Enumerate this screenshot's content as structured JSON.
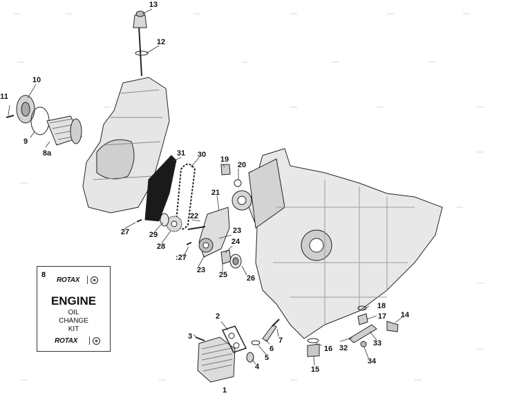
{
  "callouts": {
    "c1": "1",
    "c2": "2",
    "c3": "3",
    "c4": "4",
    "c5": "5",
    "c6": "6",
    "c7": "7",
    "c8": "8",
    "c8a": "8a",
    "c9": "9",
    "c10": "10",
    "c11": "11",
    "c12": "12",
    "c13": "13",
    "c14": "14",
    "c15": "15",
    "c16": "16",
    "c17": "17",
    "c18": "18",
    "c19": "19",
    "c20": "20",
    "c21": "21",
    "c22": "22",
    "c23a": "23",
    "c23b": "23",
    "c24": "24",
    "c25": "25",
    "c26": "26",
    "c27a": "27",
    "c27b": ":27",
    "c28": "28",
    "c29": "29",
    "c30": "30",
    "c31": "31",
    "c32": "32",
    "c33": "33",
    "c34": "34"
  },
  "kit": {
    "number": "8",
    "brand_top": "ROTAX",
    "title": "ENGINE",
    "line_oil": "OIL",
    "line_change": "CHANGE",
    "line_kit": "KIT",
    "brand_bottom": "ROTAX"
  },
  "icons": {
    "brand_logo": "rotax-roundel-icon"
  },
  "colors": {
    "line": "#222222",
    "part_fill": "#e4e4e4",
    "part_shade": "#b0b0b0",
    "cover_fill": "#1a1a1a"
  }
}
